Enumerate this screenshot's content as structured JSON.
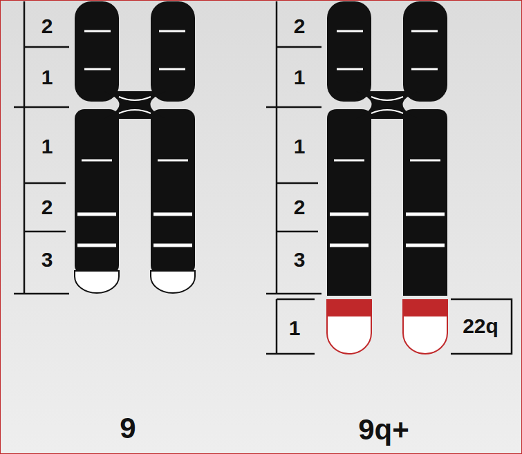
{
  "diagram": {
    "labels": [
      "2",
      "1",
      "1",
      "2",
      "3",
      "9",
      "2",
      "1",
      "1",
      "2",
      "3",
      "1",
      "22q",
      "9q+"
    ]
  }
}
